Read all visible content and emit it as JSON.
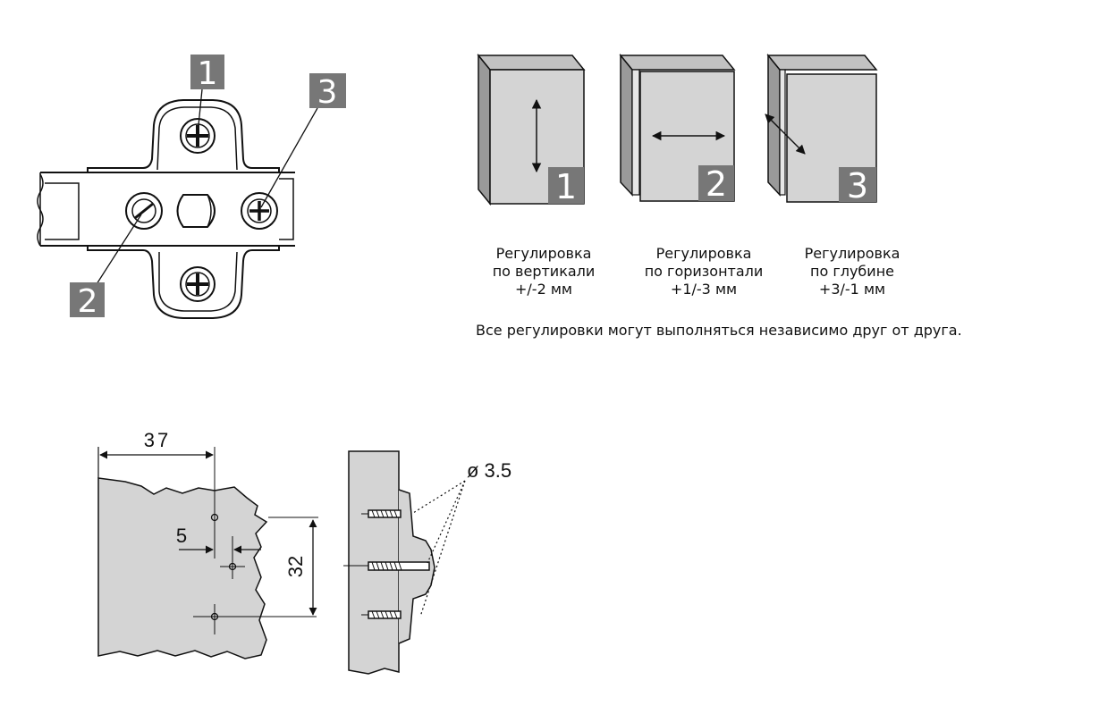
{
  "hinge_callouts": [
    "1",
    "2",
    "3"
  ],
  "adjustments": [
    {
      "number": "1",
      "title": "Регулировка",
      "direction": "по вертикали",
      "range": "+/-2 мм"
    },
    {
      "number": "2",
      "title": "Регулировка",
      "direction": "по горизонтали",
      "range": "+1/-3 мм"
    },
    {
      "number": "3",
      "title": "Регулировка",
      "direction": "по глубине",
      "range": "+3/-1 мм"
    }
  ],
  "note": "Все регулировки могут выполняться независимо друг от друга.",
  "dimensions": {
    "edge_distance": "37",
    "offset": "5",
    "hole_spacing": "32",
    "screw_diameter": "ø 3.5"
  },
  "colors": {
    "badge": "#777777",
    "panel_face": "#d4d4d4",
    "panel_side": "#9a9a9a",
    "line": "#111111"
  }
}
